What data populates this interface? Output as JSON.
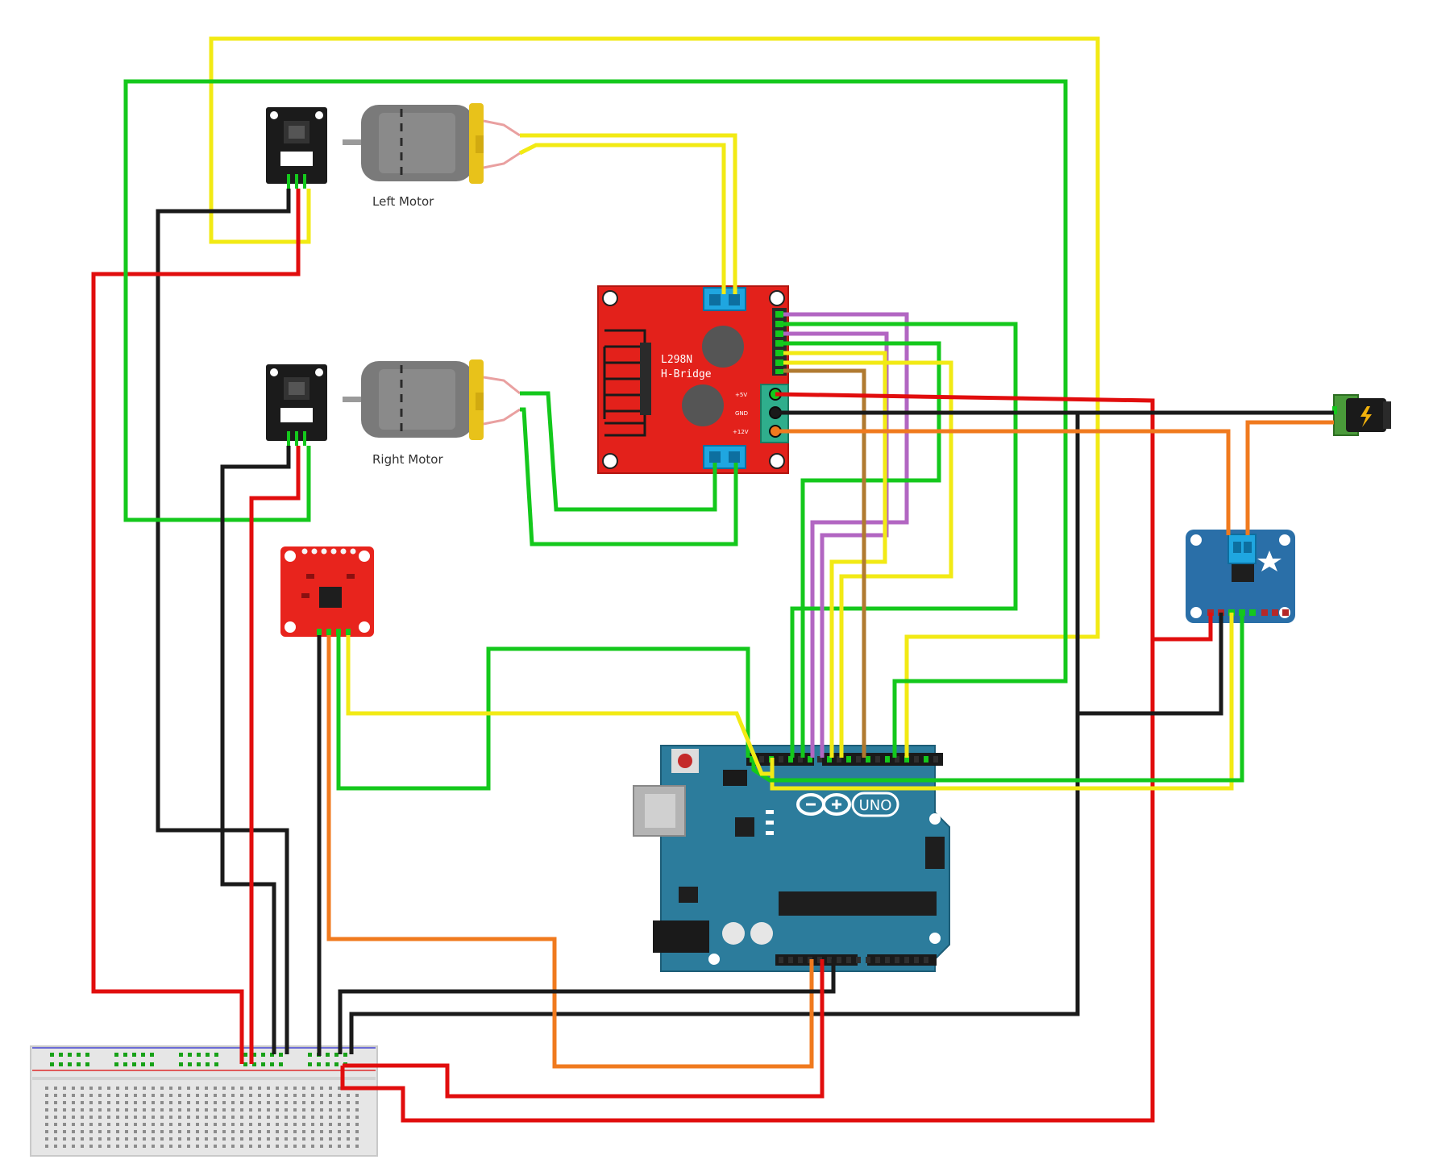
{
  "labels": {
    "left_motor": "Left Motor",
    "right_motor": "Right Motor",
    "hbridge_line1": "L298N",
    "hbridge_line2": "H-Bridge",
    "hbridge_5v": "+5V",
    "hbridge_gnd": "GND",
    "hbridge_12v": "+12V",
    "arduino_model": "UNO"
  },
  "colors": {
    "wire_red": "#e10d0d",
    "wire_black": "#1a1a1a",
    "wire_green": "#14c81c",
    "wire_yellow": "#f2ea14",
    "wire_orange": "#f07a1e",
    "wire_purple": "#b266c2",
    "wire_brown": "#b07a30",
    "arduino_teal": "#2c7c9c",
    "hbridge_red": "#e3211b",
    "sensor_red": "#e8241d",
    "current_sensor_blue": "#2a6fa8",
    "motor_gray": "#7a7a7a",
    "motor_cap": "#e8c21a",
    "terminal_blue": "#1fa6e0"
  },
  "icons": {
    "power_jack": "lightning-icon",
    "arduino_logo": "infinity-logo-icon"
  }
}
